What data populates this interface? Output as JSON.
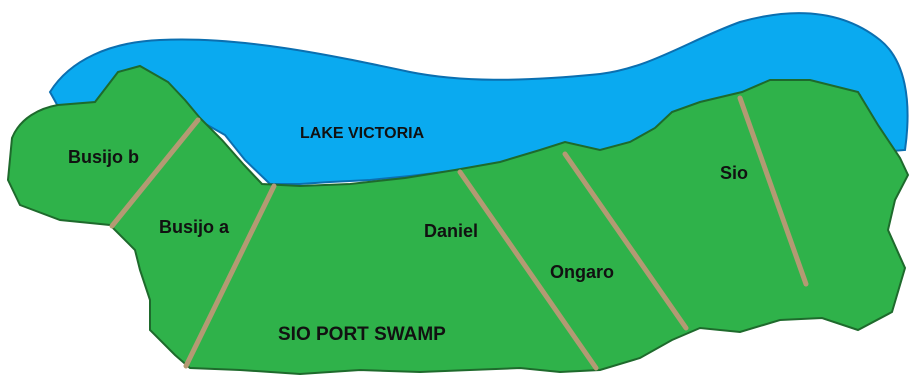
{
  "map": {
    "colors": {
      "land": "#2fb24a",
      "land_outline": "#1e6a2c",
      "water": "#0aaaf0",
      "water_outline": "#0b6fb0",
      "boundary": "#b39a73",
      "text": "#111111"
    },
    "labels": {
      "lake": "LAKE VICTORIA",
      "swamp": "SIO PORT SWAMP",
      "busijo_b": "Busijo b",
      "busijo_a": "Busijo a",
      "daniel": "Daniel",
      "ongaro": "Ongaro",
      "sio": "Sio"
    }
  }
}
